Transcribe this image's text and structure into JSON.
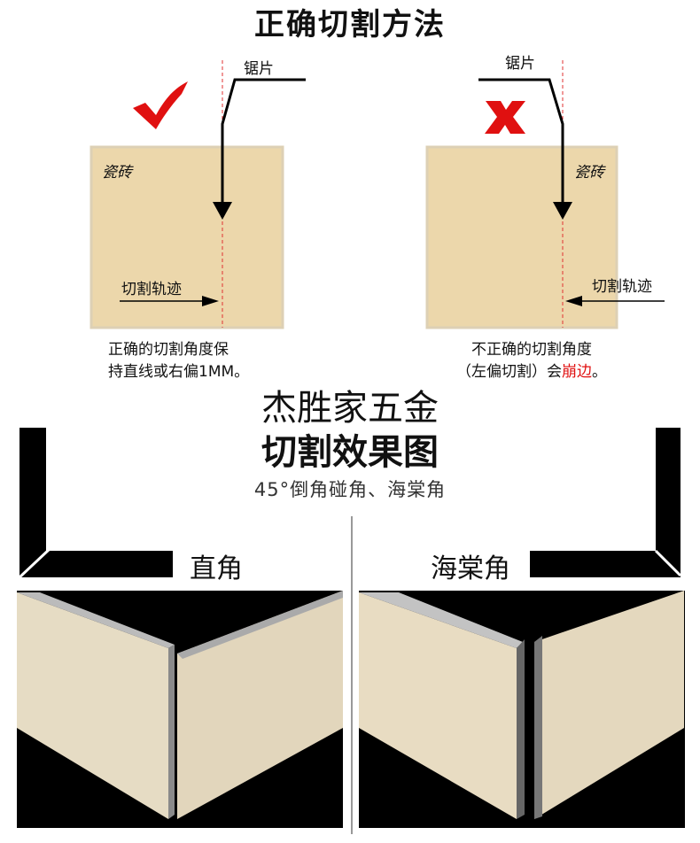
{
  "header": {
    "title": "正确切割方法"
  },
  "correct": {
    "blade_label": "锯片",
    "tile_label": "瓷砖",
    "track_label": "切割轨迹",
    "caption_line1": "正确的切割角度保",
    "caption_line2": "持直线或右偏1MM。",
    "mark_icon": "check-icon",
    "mark_color": "#e01010"
  },
  "incorrect": {
    "blade_label": "锯片",
    "tile_label": "瓷砖",
    "track_label": "切割轨迹",
    "caption_line1": "不正确的切割角度",
    "caption_line2_prefix": "（左偏切割）会",
    "caption_line2_highlight": "崩边",
    "caption_line2_suffix": "。",
    "mark_icon": "x-icon",
    "mark_color": "#e01010"
  },
  "effect": {
    "brand_overlay": "杰胜家五金",
    "title": "切割效果图",
    "subtitle": "45°倒角碰角、海棠角",
    "left_label": "直角",
    "right_label": "海棠角"
  },
  "colors": {
    "accent": "#e01010",
    "tile": "#ecd7ab",
    "guide": "#e03030"
  }
}
